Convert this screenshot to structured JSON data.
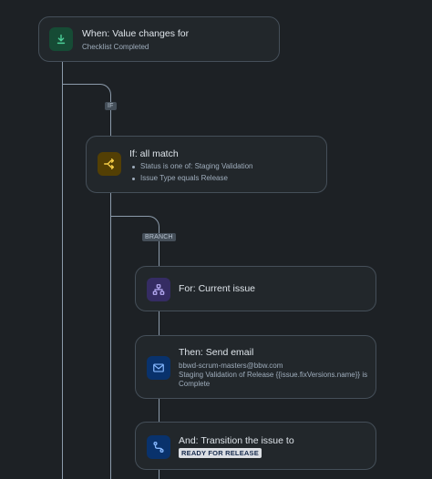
{
  "trigger": {
    "title": "When: Value changes for",
    "subtitle": "Checklist Completed",
    "icon": "download-arrow-icon",
    "color": "#1f845a"
  },
  "if_tag": "IF",
  "condition": {
    "title": "If: all match",
    "items": [
      "Status is one of: Staging Validation",
      "Issue Type equals Release"
    ],
    "icon": "branch-merge-icon",
    "color": "#cf9f02"
  },
  "branch_tag": "BRANCH",
  "branch": {
    "title": "For: Current issue",
    "icon": "hierarchy-icon",
    "color": "#9f8fef"
  },
  "email_action": {
    "title": "Then: Send email",
    "lines": [
      "bbwd-scrum-masters@bbw.com",
      "Staging Validation of Release {{issue.fixVersions.name}} is",
      "Complete"
    ],
    "icon": "mail-icon",
    "color": "#579dff"
  },
  "transition_action": {
    "title": "And: Transition the issue to",
    "status": "READY FOR RELEASE",
    "icon": "transition-icon",
    "color": "#579dff"
  }
}
